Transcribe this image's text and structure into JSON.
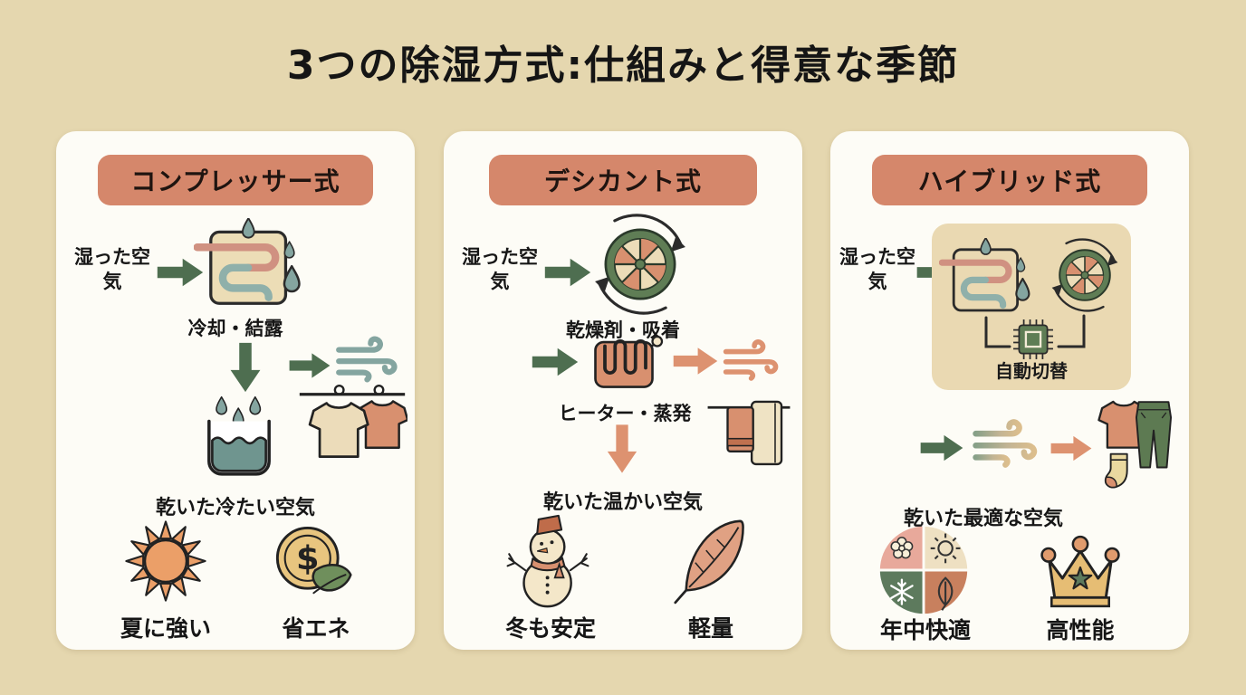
{
  "title": "3つの除湿方式:仕組みと得意な季節",
  "colors": {
    "background": "#e5d7af",
    "card": "#fdfcf6",
    "badge": "#d5876b",
    "green_arrow": "#4e6e50",
    "salmon_arrow": "#dd9270",
    "teal_wind": "#84a5a0"
  },
  "cards": [
    {
      "title": "コンプレッサー式",
      "input_label": "湿った空気",
      "process_label": "冷却・結露",
      "output_label": "乾いた冷たい空気",
      "features": [
        {
          "icon": "sun-icon",
          "label": "夏に強い"
        },
        {
          "icon": "coin-leaf-icon",
          "label": "省エネ"
        }
      ]
    },
    {
      "title": "デシカント式",
      "input_label": "湿った空気",
      "adsorption_label": "乾燥剤・吸着",
      "heater_label": "ヒーター・蒸発",
      "output_label": "乾いた温かい空気",
      "features": [
        {
          "icon": "snowman-icon",
          "label": "冬も安定"
        },
        {
          "icon": "feather-icon",
          "label": "軽量"
        }
      ]
    },
    {
      "title": "ハイブリッド式",
      "input_label": "湿った空気",
      "switch_label": "自動切替",
      "output_label": "乾いた最適な空気",
      "features": [
        {
          "icon": "four-seasons-icon",
          "label": "年中快適"
        },
        {
          "icon": "crown-icon",
          "label": "高性能"
        }
      ]
    }
  ]
}
